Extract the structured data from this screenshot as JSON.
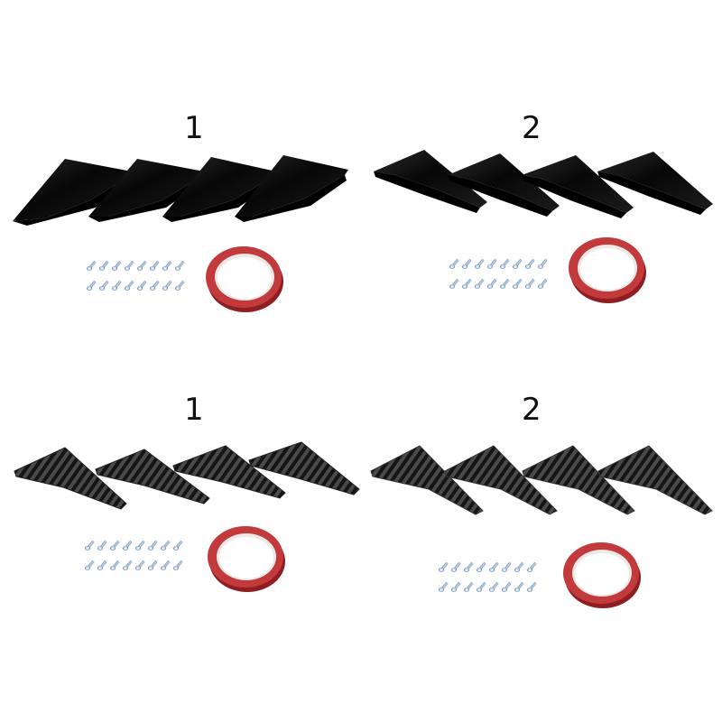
{
  "panels": [
    {
      "label": "1",
      "finStyle": "black-gloss",
      "finCount": 4,
      "screwCount": 16,
      "screwRows": 2,
      "screwCols": 8,
      "tape": "red double-sided adhesive tape roll"
    },
    {
      "label": "2",
      "finStyle": "black-gloss",
      "finCount": 4,
      "screwCount": 16,
      "screwRows": 2,
      "screwCols": 8,
      "tape": "red double-sided adhesive tape roll"
    },
    {
      "label": "1",
      "finStyle": "carbon-fiber",
      "finCount": 4,
      "screwCount": 16,
      "screwRows": 2,
      "screwCols": 8,
      "tape": "red double-sided adhesive tape roll"
    },
    {
      "label": "2",
      "finStyle": "carbon-fiber",
      "finCount": 4,
      "screwCount": 16,
      "screwRows": 2,
      "screwCols": 8,
      "tape": "red double-sided adhesive tape roll"
    }
  ],
  "colors": {
    "background": "#ffffff",
    "fin_black": "#0b0b0b",
    "fin_carbon_dark": "#1b1b1b",
    "fin_carbon_light": "#5a5a5a",
    "screw": "#8fa9cc",
    "tape_red": "#b3262b",
    "tape_inner": "#ece6e2"
  }
}
